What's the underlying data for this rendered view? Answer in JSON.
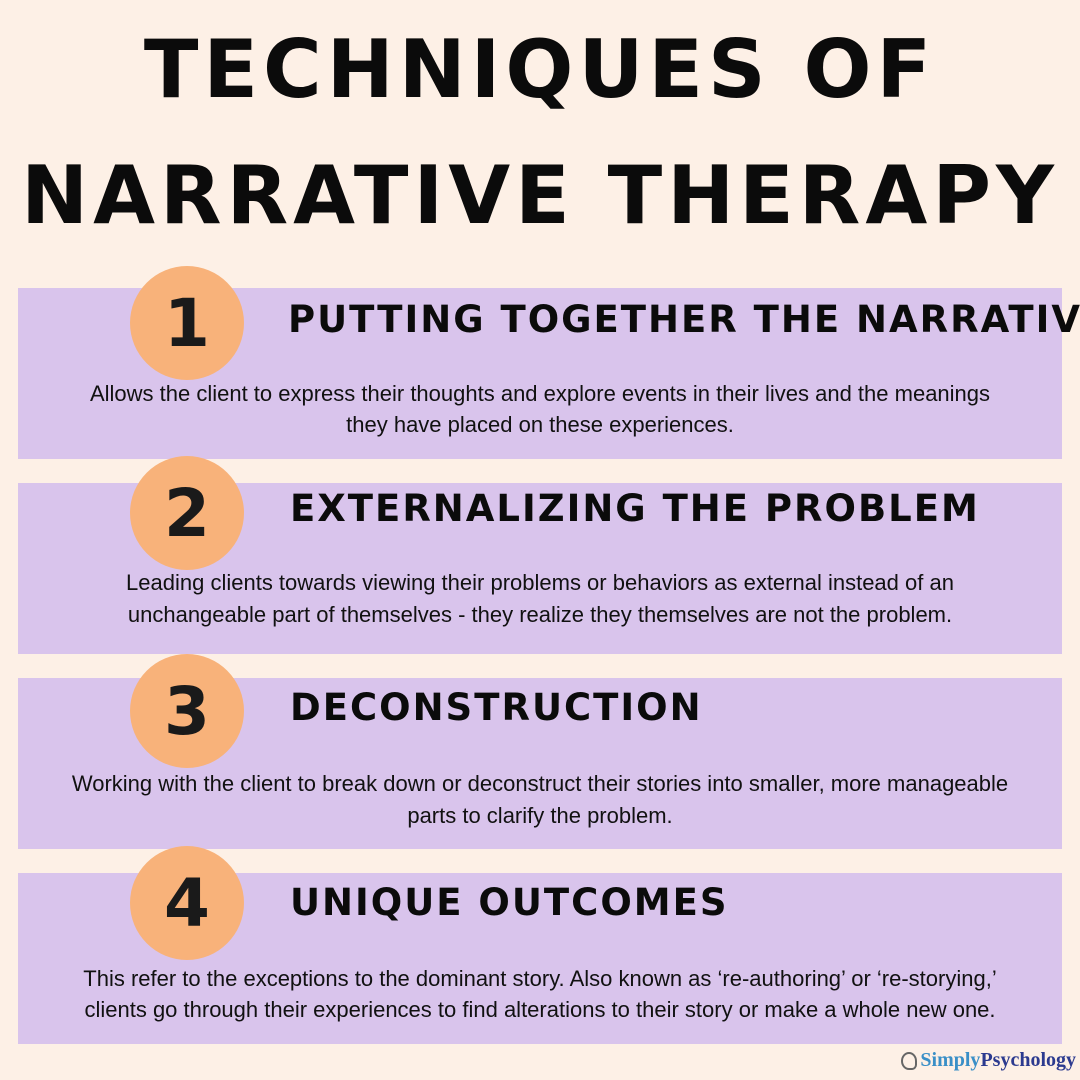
{
  "title": {
    "line1": "TECHNIQUES OF",
    "line2": "NARRATIVE THERAPY"
  },
  "colors": {
    "background": "#fdf0e6",
    "band": "#d9c4ec",
    "circle": "#f8b27a"
  },
  "techniques": [
    {
      "number": "1",
      "heading": "PUTTING TOGETHER THE NARRATIVE",
      "line1": "Allows the client to express their thoughts and explore events in their lives and the meanings",
      "line2": "they have placed on these experiences."
    },
    {
      "number": "2",
      "heading": "EXTERNALIZING THE PROBLEM",
      "line1": "Leading clients towards viewing their problems or behaviors as external instead of an",
      "line2": "unchangeable part of themselves - they realize they themselves are not the problem."
    },
    {
      "number": "3",
      "heading": "DECONSTRUCTION",
      "line1": "Working with the client to break down or deconstruct their stories into smaller, more manageable",
      "line2": "parts to clarify the problem."
    },
    {
      "number": "4",
      "heading": "UNIQUE OUTCOMES",
      "line1": "This refer to the exceptions to the dominant story. Also known as ‘re-authoring’ or ‘re-storying,’",
      "line2": "clients go through their experiences to find alterations to their story or make a whole new one."
    }
  ],
  "logo": {
    "part1": "Simply",
    "part2": "Psychology",
    "icon": "brain-head-icon"
  }
}
